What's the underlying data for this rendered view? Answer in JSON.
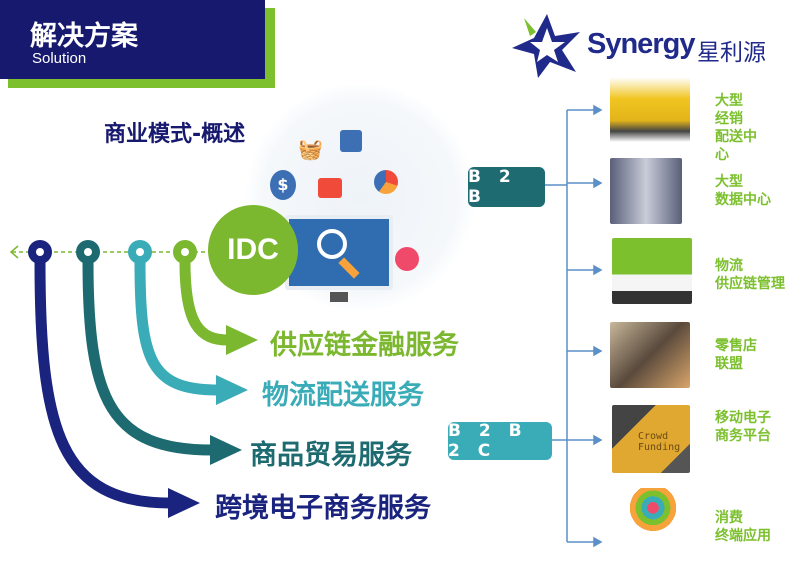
{
  "header": {
    "title": "解决方案",
    "subtitle": "Solution"
  },
  "logo": {
    "name": "Synergy",
    "cn": "星利源"
  },
  "page_subtitle": "商业模式-概述",
  "center": {
    "idc": "IDC"
  },
  "services": [
    {
      "label": "供应链金融服务",
      "color": "#7cb82f"
    },
    {
      "label": "物流配送服务",
      "color": "#3aacb8"
    },
    {
      "label": "商品贸易服务",
      "color": "#1d6b70"
    },
    {
      "label": "跨境电子商务服务",
      "color": "#1a237e"
    }
  ],
  "badges": {
    "b2b": "B 2 B",
    "b2b2c": "B 2 B 2 C"
  },
  "targets": [
    {
      "label": "大型\n经销\n配送中\n心",
      "image": "forklift"
    },
    {
      "label": "大型\n数据中心",
      "image": "data-center"
    },
    {
      "label": "物流\n供应链管理",
      "image": "truck"
    },
    {
      "label": "零售店\n联盟",
      "image": "retail-store"
    },
    {
      "label": "移动电子\n商务平台",
      "image": "crowdfunding-keyboard"
    },
    {
      "label": "消费\n终端应用",
      "image": "smartphone-apps"
    }
  ],
  "image_text": {
    "crowd": "Crowd Funding"
  }
}
